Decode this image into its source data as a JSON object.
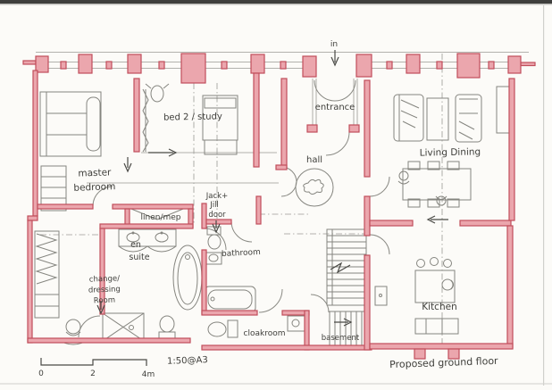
{
  "colors": {
    "wall_red": "#c04e5b",
    "wall_fill": "#eba6ad",
    "pencil_gray": "#85857f",
    "ink": "#3e3e3a",
    "paper": "#fcfbf8"
  },
  "plan": {
    "title": "Proposed ground floor",
    "scale_note": "1:50@A3",
    "scale_bar": {
      "t0": "0",
      "t2": "2",
      "t4": "4m"
    },
    "direction_in": "in",
    "rooms": {
      "master_l1": "master",
      "master_l2": "bedroom",
      "bed2": "bed 2 / study",
      "entrance": "entrance",
      "hall": "hall",
      "living_dining": "Living Dining",
      "kitchen": "Kitchen",
      "bathroom": "bathroom",
      "cloakroom": "cloakroom",
      "basement": "basement",
      "ensuite_l1": "en",
      "ensuite_l2": "suite",
      "change_l1": "change/",
      "change_l2": "dressing",
      "change_l3": "Room",
      "linen": "linen/mep",
      "jack_l1": "Jack+",
      "jack_l2": "Jill",
      "jack_l3": "door"
    }
  }
}
